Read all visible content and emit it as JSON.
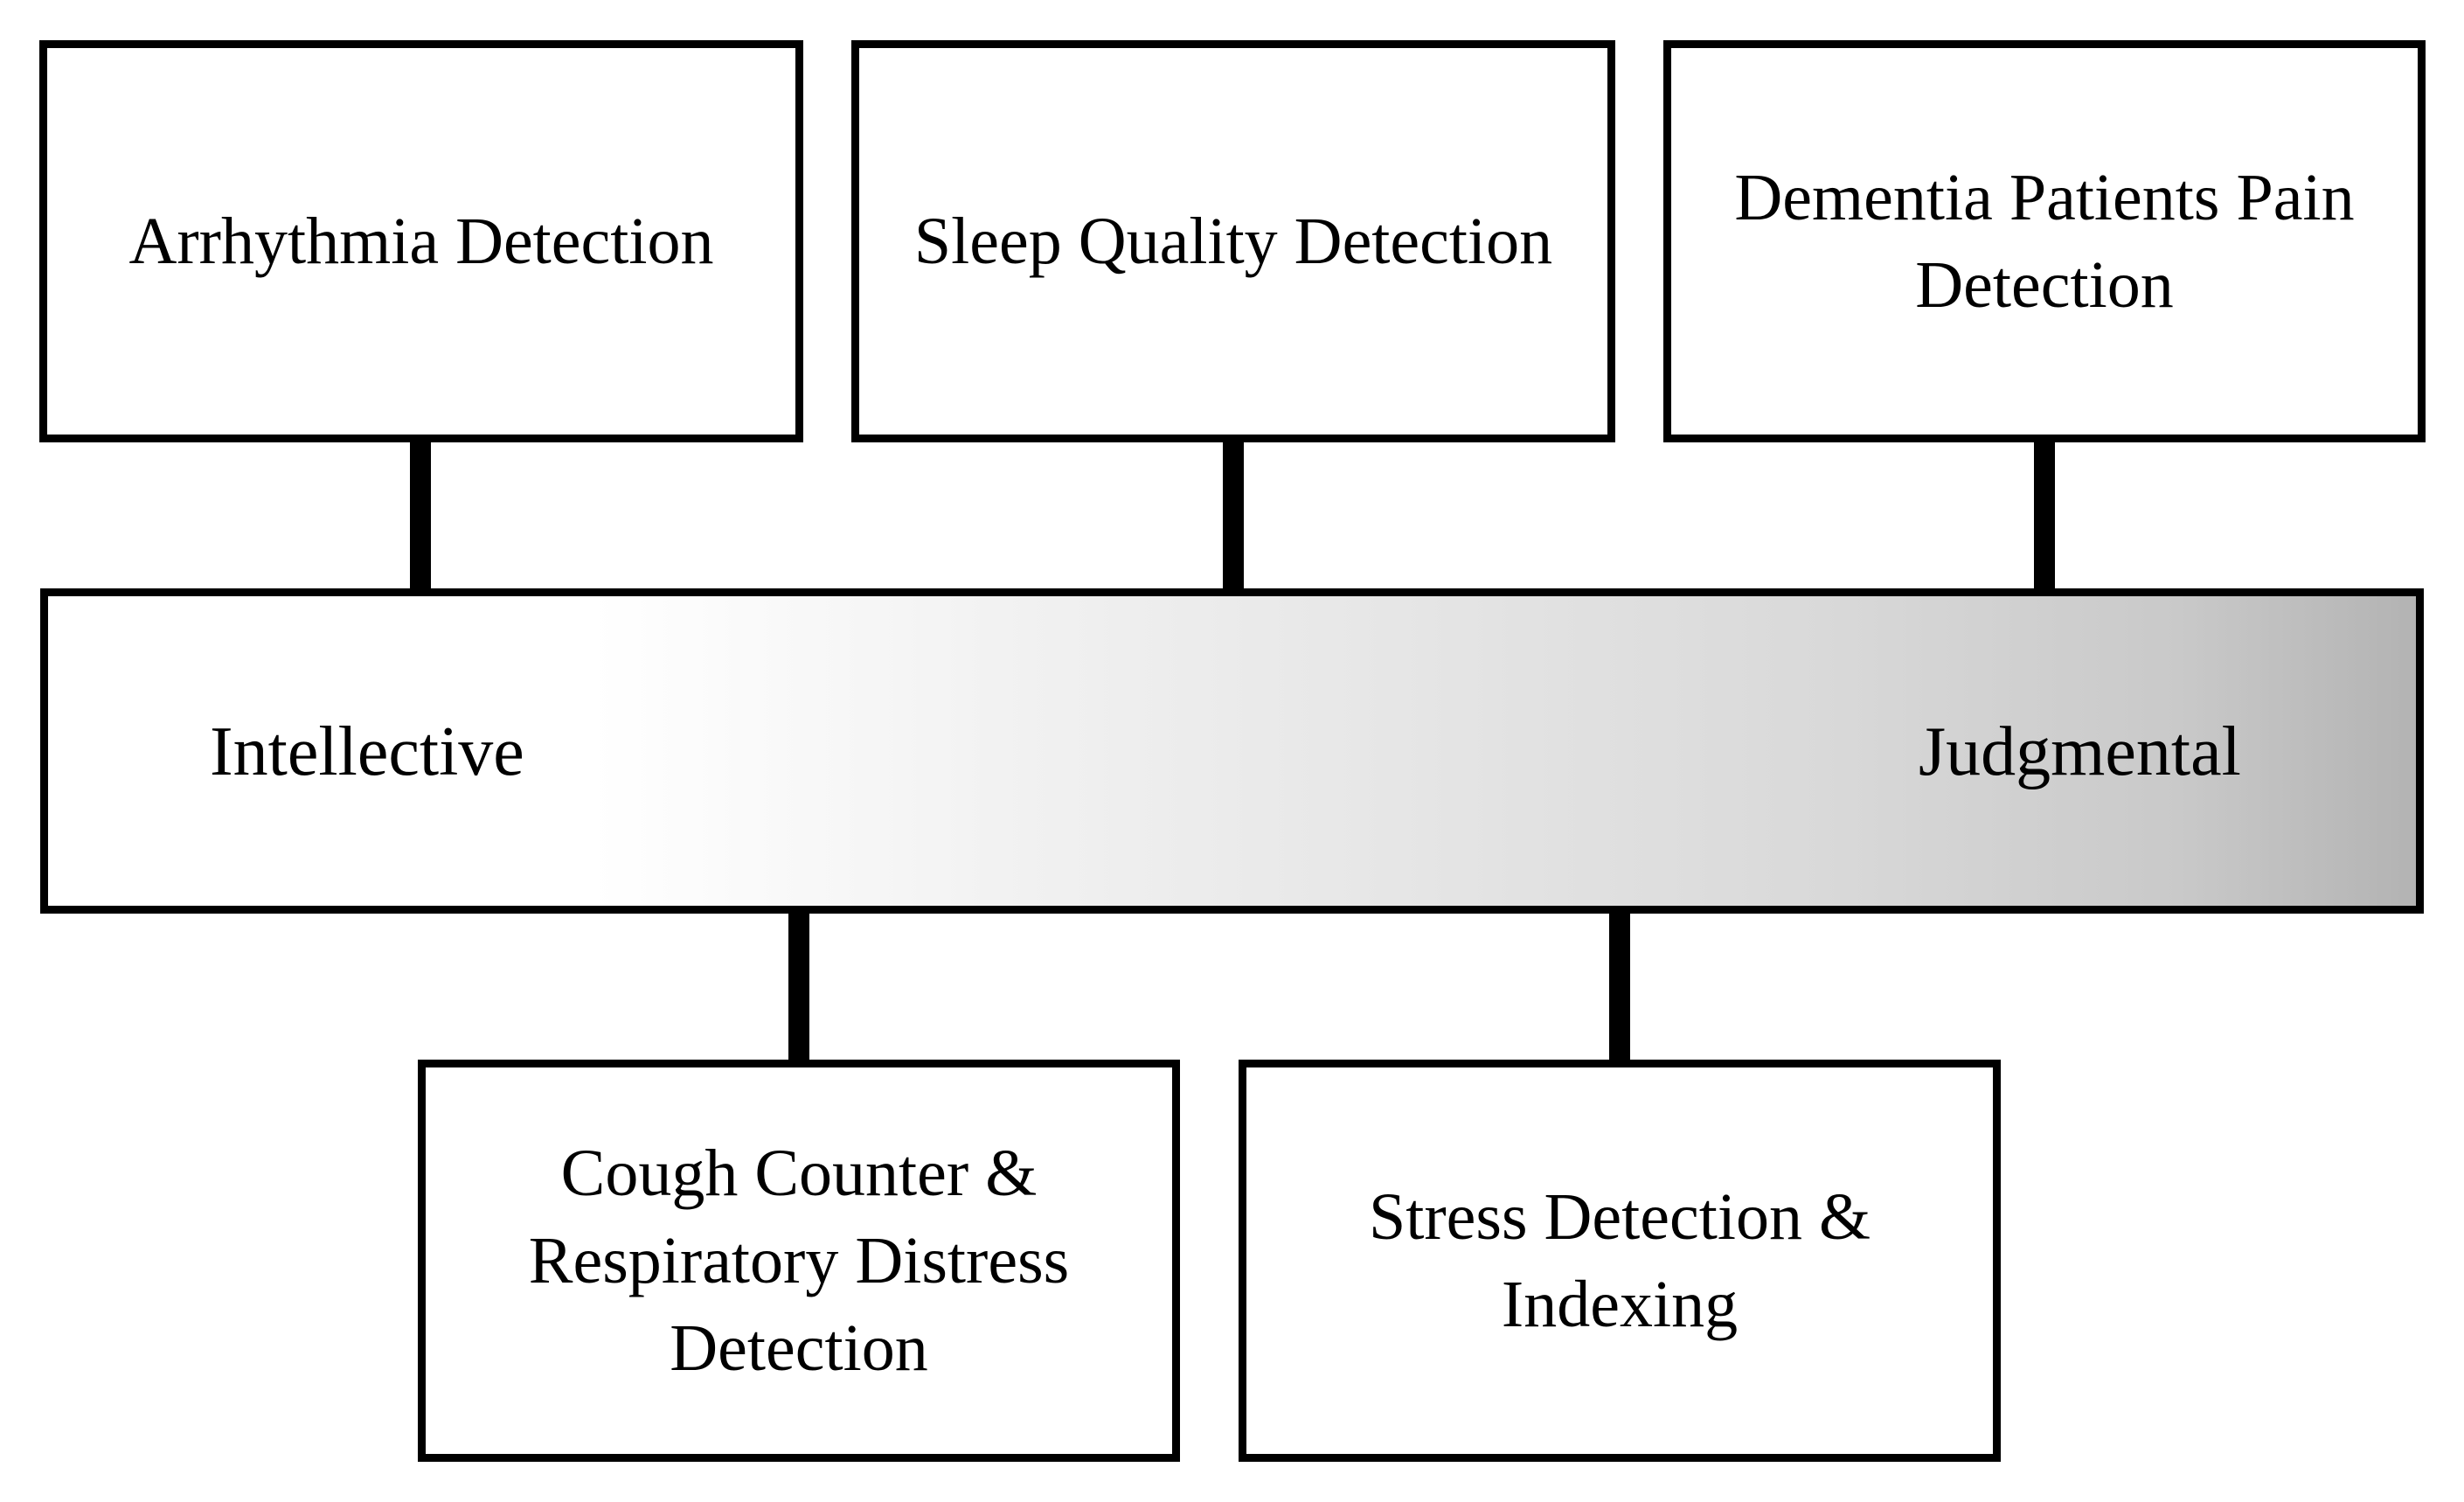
{
  "diagram": {
    "spectrum": {
      "left_label": "Intellective",
      "right_label": "Judgmental"
    },
    "top_boxes": [
      {
        "lines": [
          "Arrhythmia Detection"
        ]
      },
      {
        "lines": [
          "Sleep Quality Detection"
        ]
      },
      {
        "lines": [
          "Dementia Patients Pain",
          "Detection"
        ]
      }
    ],
    "bottom_boxes": [
      {
        "lines": [
          "Cough Counter &",
          "Respiratory Distress",
          "Detection"
        ]
      },
      {
        "lines": [
          "Stress Detection &",
          "Indexing"
        ]
      }
    ],
    "colors": {
      "border": "#000000",
      "gradient_start": "#ffffff",
      "gradient_end": "#b3b3b3"
    }
  }
}
